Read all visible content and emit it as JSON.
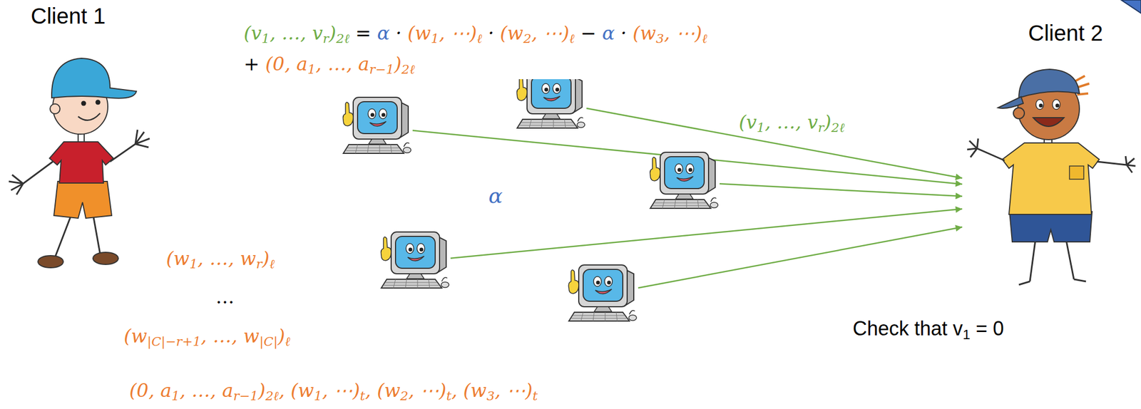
{
  "diagram": {
    "nodes": [
      {
        "text": [
          "Client 1"
        ]
      },
      {
        "text": [
          "Client 2"
        ]
      },
      {
        "text": []
      },
      {
        "text": []
      },
      {
        "text": []
      },
      {
        "text": []
      },
      {
        "text": []
      }
    ],
    "edges": [
      {
        "from": 2,
        "to": 1,
        "arrow": "to"
      },
      {
        "from": 3,
        "to": 1,
        "arrow": "to"
      },
      {
        "from": 4,
        "to": 1,
        "arrow": "to"
      },
      {
        "from": 5,
        "to": 1,
        "arrow": "to"
      },
      {
        "from": 6,
        "to": 1,
        "arrow": "to"
      }
    ],
    "labels": [
      "(v1, …, vr)2ℓ = α · (w1, ⋯)ℓ · (w2, ⋯)ℓ − α · (w3, ⋯)ℓ + (0, a1, …, ar−1)2ℓ",
      "α",
      "(v1, …, vr)2ℓ",
      "Check that v1 = 0",
      "(w1, …, wr)ℓ",
      "…",
      "(w|C|−r+1, …, w|C|)ℓ",
      "(0, a1, …, ar−1)2ℓ, (w1, ⋯)t, (w2, ⋯)t, (w3, ⋯)t"
    ]
  }
}
